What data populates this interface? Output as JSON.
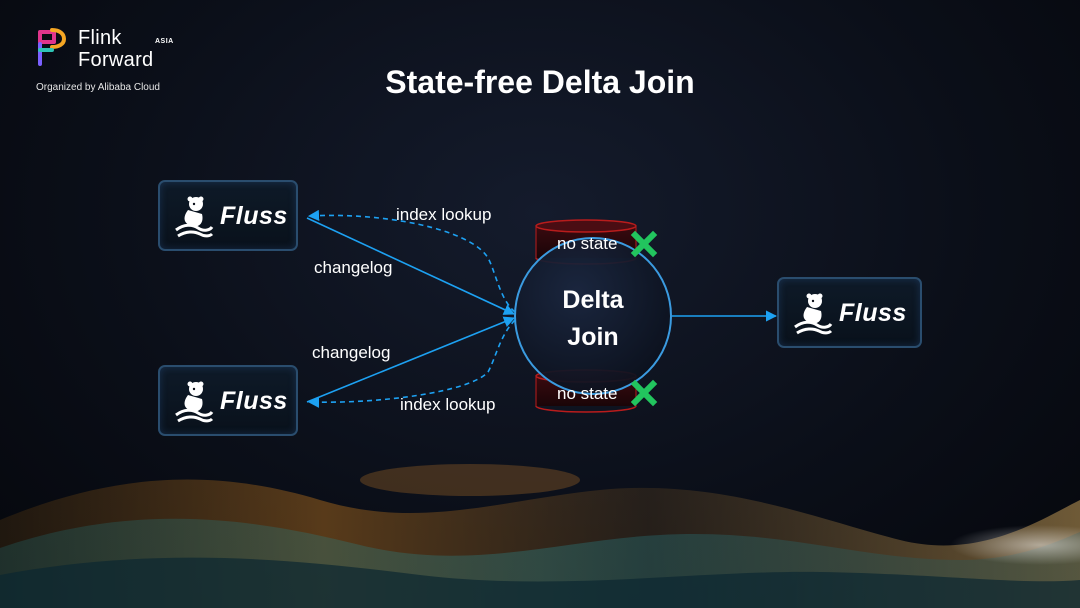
{
  "brand": {
    "name_line1": "Flink",
    "name_line2": "Forward",
    "badge": "ASIA",
    "organizer": "Organized by Alibaba Cloud"
  },
  "title": "State-free Delta Join",
  "nodes": {
    "source_top": {
      "label": "Fluss"
    },
    "source_bottom": {
      "label": "Fluss"
    },
    "sink": {
      "label": "Fluss"
    },
    "operator": {
      "line1": "Delta",
      "line2": "Join"
    }
  },
  "edges": {
    "top_changelog": "changelog",
    "top_lookup": "index lookup",
    "bottom_changelog": "changelog",
    "bottom_lookup": "index lookup"
  },
  "state_stores": {
    "top": {
      "label": "no state",
      "mark": "cross-icon"
    },
    "bottom": {
      "label": "no state",
      "mark": "cross-icon"
    }
  },
  "colors": {
    "arrow": "#1da1f2",
    "cross": "#22c55e",
    "store_border": "#b91c1c",
    "node_border": "#2a4d6e"
  }
}
